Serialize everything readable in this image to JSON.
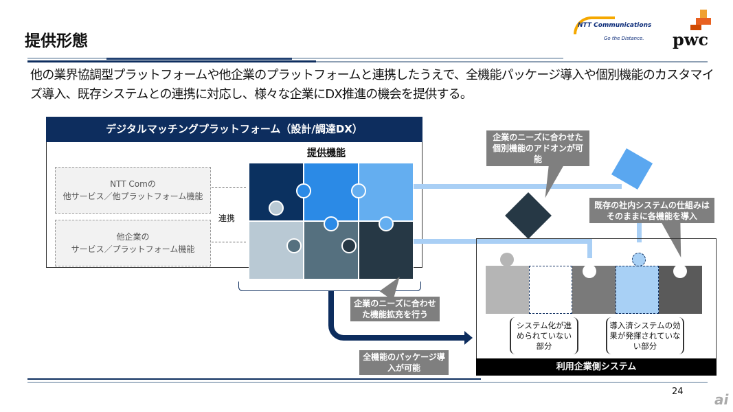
{
  "header": {
    "title": "提供形態",
    "logo_ntt": "NTT Communications",
    "logo_ntt_tagline": "Go the Distance.",
    "logo_pwc": "pwc"
  },
  "intro": "他の業界協調型プラットフォームや他企業のプラットフォームと連携したうえで、全機能パッケージ導入や個別機能のカスタマイズ導入、既存システムとの連携に対応し、様々な企業にDX推進の機会を提供する。",
  "platform": {
    "title": "デジタルマッチングプラットフォーム（設計/調達DX）",
    "features_label": "提供機能",
    "link_label": "連携",
    "sources": [
      {
        "line1": "NTT Comの",
        "line2": "他サービス／他プラットフォーム機能"
      },
      {
        "line1": "他企業の",
        "line2": "サービス／プラットフォーム機能"
      }
    ]
  },
  "callouts": {
    "expand": "企業のニーズに合わせた機能拡充を行う",
    "package": "全機能のパッケージ導入が可能",
    "addon": "企業のニーズに合わせた個別機能のアドオンが可能",
    "existing": "既存の社内システムの仕組みはそのままに各機能を導入"
  },
  "user_system": {
    "title": "利用企業側システム",
    "note1": "システム化が進められていない部分",
    "note2": "導入済システムの効果が発揮されていない部分"
  },
  "colors": {
    "navy": "#0d2d5e",
    "blue": "#2b8ae6",
    "light_blue": "#64aef0",
    "gray_blue": "#b9c9d4",
    "slate": "#55707f",
    "dark": "#263845"
  },
  "page_number": "24",
  "watermark": "ai"
}
